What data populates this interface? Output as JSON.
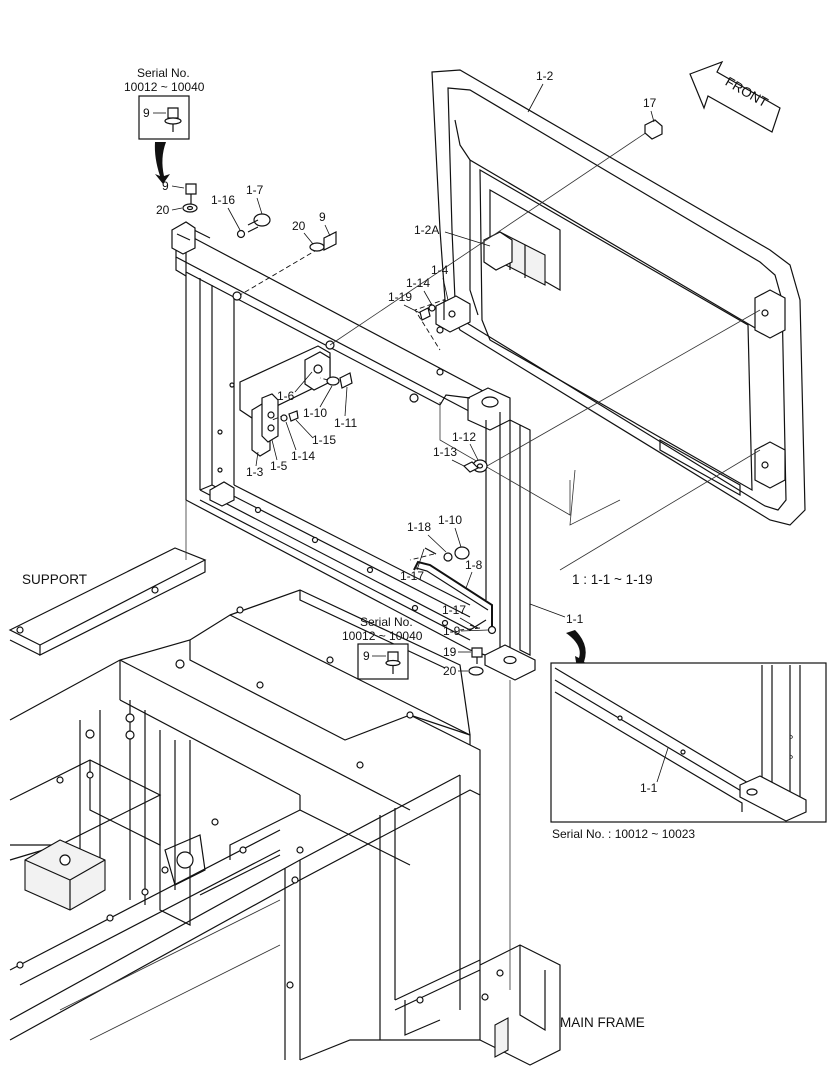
{
  "labels": {
    "serial_top": "Serial No.",
    "serial_top_range": "10012 ~ 10040",
    "serial_mid": "Serial No.",
    "serial_mid_range": "10012 ~ 10040",
    "serial_detail": "Serial No. : 10012 ~ 10023",
    "front": "FRONT",
    "support": "SUPPORT",
    "main_frame": "MAIN FRAME",
    "scope_note": "1 : 1-1 ~ 1-19"
  },
  "callouts": {
    "c9_box_top": "9",
    "c9_a": "9",
    "c20_a": "20",
    "c1_16": "1-16",
    "c1_7": "1-7",
    "c20_b": "20",
    "c9_b": "9",
    "c1_2": "1-2",
    "c17": "17",
    "c1_2A": "1-2A",
    "c1_4": "1-4",
    "c1_14_a": "1-14",
    "c1_19": "1-19",
    "c1_6": "1-6",
    "c1_10_a": "1-10",
    "c1_11": "1-11",
    "c1_15": "1-15",
    "c1_14_b": "1-14",
    "c1_3": "1-3",
    "c1_5": "1-5",
    "c1_12": "1-12",
    "c1_13": "1-13",
    "c1_18": "1-18",
    "c1_10_b": "1-10",
    "c1_17_a": "1-17",
    "c1_8": "1-8",
    "c1_17_b": "1-17",
    "c1_9": "1-9",
    "c1_1_a": "1-1",
    "c9_box_mid": "9",
    "c19": "19",
    "c20_c": "20",
    "c1_1_b": "1-1"
  }
}
